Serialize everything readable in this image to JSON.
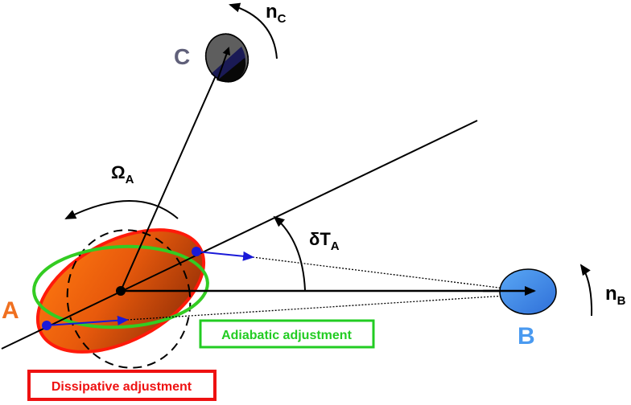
{
  "bodies": {
    "A": {
      "label": "A",
      "color": "#f07020"
    },
    "B": {
      "label": "B",
      "color": "#4a9af0"
    },
    "C": {
      "label": "C",
      "color": "#60607a"
    }
  },
  "labels": {
    "omega": {
      "main": "Ω",
      "sub": "A"
    },
    "delta_t": {
      "main": "δT",
      "sub": "A"
    },
    "n_b": {
      "main": "n",
      "sub": "B"
    },
    "n_c": {
      "main": "n",
      "sub": "C"
    }
  },
  "boxes": {
    "adiabatic": {
      "text": "Adiabatic adjustment",
      "color": "#22cc22"
    },
    "dissipative": {
      "text": "Dissipative adjustment",
      "color": "#ee1111"
    }
  },
  "colors": {
    "orange_body": "#ff6a10",
    "orange_dark": "#a83a0a",
    "tidal_vector": "#1a1ad8",
    "lines": "#000000"
  }
}
